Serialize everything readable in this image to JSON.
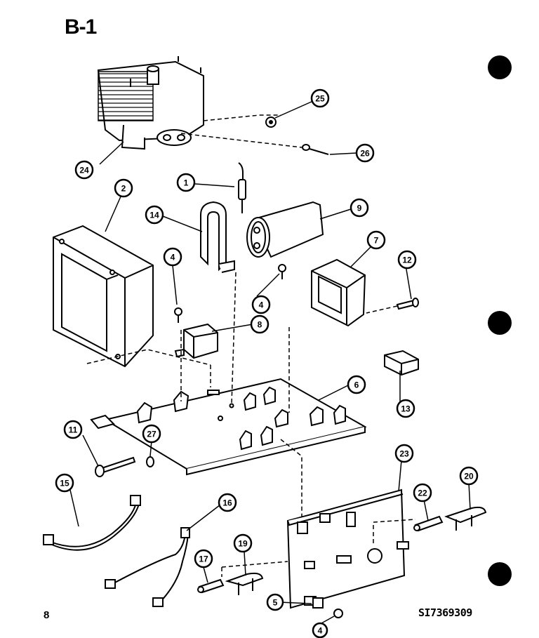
{
  "page": {
    "title": "B-1",
    "page_number": "8",
    "document_code": "SI7369309"
  },
  "callouts": [
    "1",
    "2",
    "4",
    "4",
    "4",
    "5",
    "6",
    "7",
    "8",
    "9",
    "11",
    "12",
    "13",
    "14",
    "15",
    "16",
    "17",
    "19",
    "20",
    "22",
    "23",
    "24",
    "25",
    "26",
    "27"
  ],
  "colors": {
    "ink": "#000000",
    "paper": "#ffffff"
  }
}
